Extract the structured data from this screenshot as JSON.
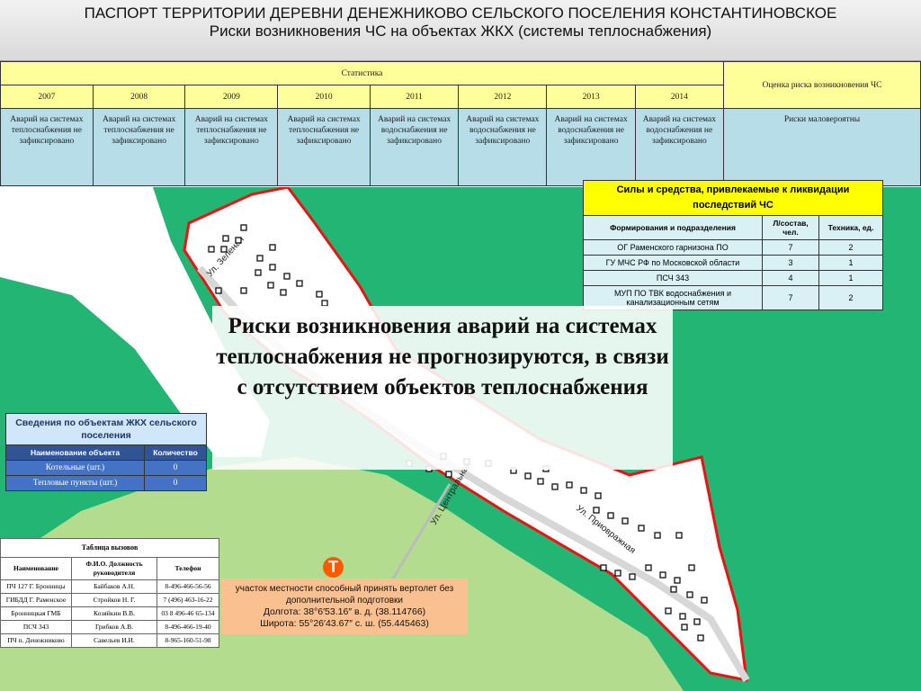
{
  "header": {
    "title_line1": "ПАСПОРТ ТЕРРИТОРИИ ДЕРЕВНИ ДЕНЕЖНИКОВО СЕЛЬСКОГО ПОСЕЛЕНИЯ КОНСТАНТИНОВСКОЕ",
    "title_line2": "Риски возникновения ЧС на объектах ЖКХ (системы теплоснабжения)"
  },
  "stats_table": {
    "statistics_label": "Статистика",
    "risk_header": "Оценка риска возникновения ЧС",
    "years": [
      "2007",
      "2008",
      "2009",
      "2010",
      "2011",
      "2012",
      "2013",
      "2014"
    ],
    "values": [
      "Аварий на системах теплоснабжения не зафиксировано",
      "Аварий на системах теплоснабжения не зафиксировано",
      "Аварий на системах теплоснабжения не зафиксировано",
      "Аварий на системах теплоснабжения не зафиксировано",
      "Аварий на системах водоснабжения не зафиксировано",
      "Аварий на системах водоснабжения не зафиксировано",
      "Аварий на системах водоснабжения не зафиксировано",
      "Аварий на системах водоснабжения не зафиксировано"
    ],
    "risk_value": "Риски маловероятны"
  },
  "forces_table": {
    "title": "Силы и средства, привлекаемые к ликвидации последствий ЧС",
    "col_unit": "Формирования и подразделения",
    "col_staff": "Л/состав, чел.",
    "col_tech": "Техника, ед.",
    "rows": [
      {
        "unit": "ОГ Раменского гарнизона ПО",
        "staff": "7",
        "tech": "2"
      },
      {
        "unit": "ГУ МЧС РФ по Московской области",
        "staff": "3",
        "tech": "1"
      },
      {
        "unit": "ПСЧ 343",
        "staff": "4",
        "tech": "1"
      },
      {
        "unit": "МУП ПО ТВК водоснабжения и канализационным сетям",
        "staff": "7",
        "tech": "2"
      }
    ]
  },
  "overlay": {
    "text": "Риски возникновения аварий на системах теплоснабжения не прогнозируются, в связи с отсутствием объектов теплоснабжения"
  },
  "zhkh_table": {
    "title": "Сведения по объектам ЖКХ сельского поселения",
    "col_name": "Наименование объекта",
    "col_count": "Количество",
    "rows": [
      {
        "name": "Котельные (шт.)",
        "count": "0"
      },
      {
        "name": "Тепловые пункты (шт.)",
        "count": "0"
      }
    ]
  },
  "calls_table": {
    "title": "Таблица вызовов",
    "col_name": "Наименование",
    "col_fio": "Ф.И.О. Должность руководителя",
    "col_phone": "Телефон",
    "rows": [
      {
        "name": "ПЧ 127 Г. Бронницы",
        "fio": "Байбаков А.Н.",
        "phone": "8-496-466-56-56"
      },
      {
        "name": "ГИБДД Г. Раменское",
        "fio": "Стройков Н. Г.",
        "phone": "7 (496) 463-16-22"
      },
      {
        "name": "Бронницкая ГМБ",
        "fio": "Козяйкин В.В.",
        "phone": "03 8 496-46 65-134"
      },
      {
        "name": "ПСЧ 343",
        "fio": "Грибков А.В.",
        "phone": "8-496-466-19-40"
      },
      {
        "name": "ПЧ п. Денежниково",
        "fio": "Савельев И.И.",
        "phone": "8-965-160-51-98"
      }
    ]
  },
  "helipad": {
    "icon_letter": "Т",
    "desc": "участок местности способный принять вертолет без дополнительной подготовки",
    "lon": "Долгота: 38°6′53.16″ в. д. (38.114766)",
    "lat": "Широта: 55°26′43.67″ с. ш. (55.445463)"
  },
  "map": {
    "streets": [
      "Ул. Зеленая",
      "Ул. Центральная",
      "Ул. Приовражная"
    ]
  },
  "colors": {
    "map_green": "#22b573",
    "field_green": "#b3dc8e",
    "boundary_red": "#ee1111",
    "road_gray": "#d7d7d7",
    "stats_yellow": "#ffff99",
    "stats_cyan": "#b7dde8",
    "helipad_orange": "#ff5a00"
  }
}
